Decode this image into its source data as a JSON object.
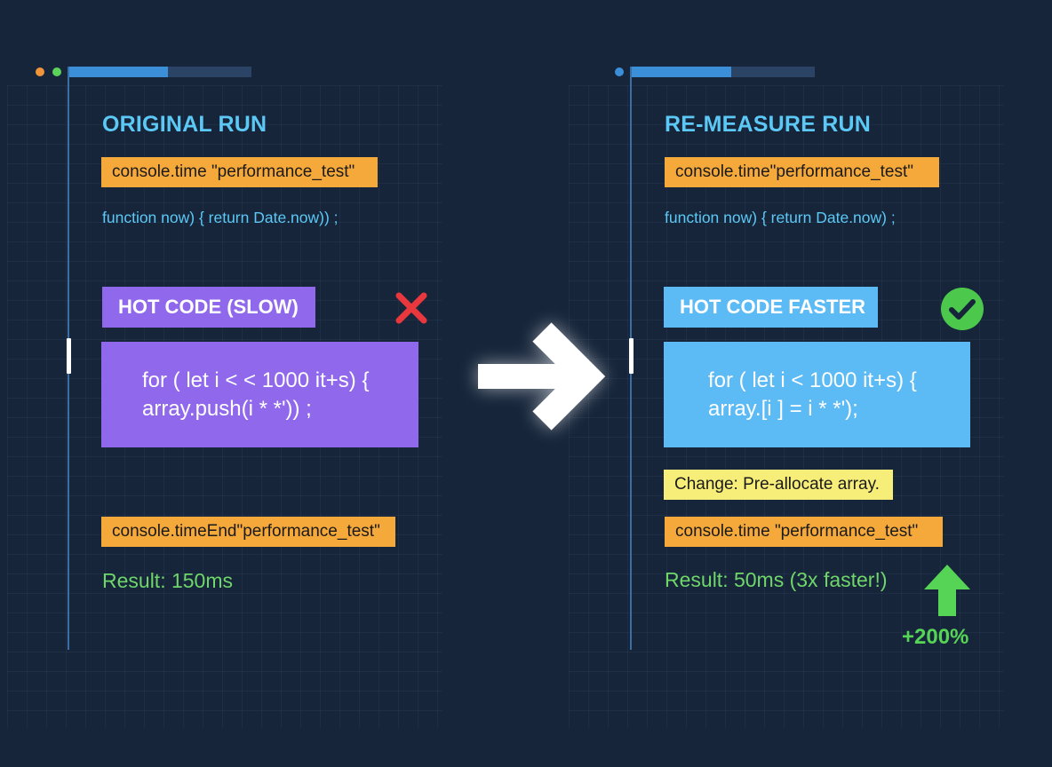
{
  "left_panel": {
    "title": "ORIGINAL RUN",
    "time_start": "console.time \"performance_test\"",
    "function_line": "function now) { return Date.now)) ;",
    "hot_label": "HOT CODE (SLOW)",
    "status_icon": "x-mark-icon",
    "code_line_1": "for ( let i < < 1000 it+s)  {",
    "code_line_2": "array.push(i * *')) ;",
    "time_end": "console.timeEnd\"performance_test\"",
    "result": "Result: 150ms"
  },
  "right_panel": {
    "title": "RE-MEASURE RUN",
    "time_start": "console.time\"performance_test\"",
    "function_line": "function now) { return Date.now) ;",
    "hot_label": "HOT CODE FASTER",
    "status_icon": "check-circle-icon",
    "code_line_1": "for ( let i < 1000 it+s)  {",
    "code_line_2": "array.[i ] = i * *');",
    "change_note": "Change: Pre-allocate array.",
    "time_end": "console.time \"performance_test\"",
    "result": "Result: 50ms (3x faster!)",
    "improvement": "+200%",
    "improvement_icon": "up-arrow-icon"
  },
  "transition_icon": "right-arrow-icon",
  "colors": {
    "background": "#16253a",
    "title_blue": "#5cc8f5",
    "tag_orange": "#f6a93b",
    "tag_yellow": "#f7ee7a",
    "slow_purple": "#9068ec",
    "fast_blue": "#5cbaf5",
    "result_green": "#6fd66a",
    "error_red": "#e8383d",
    "success_green": "#4cc94c"
  }
}
